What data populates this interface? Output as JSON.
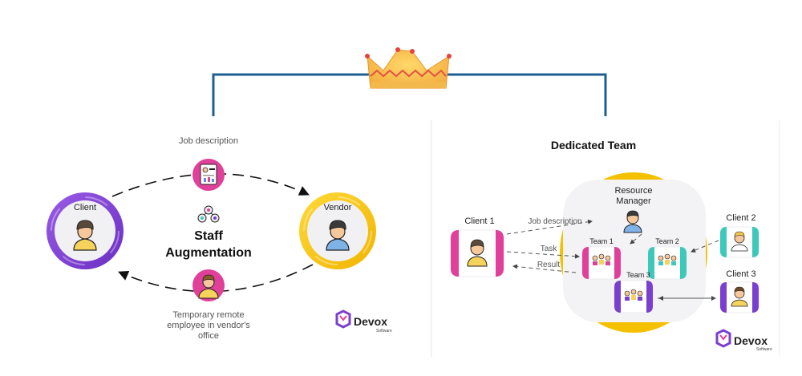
{
  "left": {
    "title": "Staff Augmentation",
    "client_label": "Client",
    "vendor_label": "Vendor",
    "job_caption": "Job description",
    "temp_caption": "Temporary remote employee in vendor's office",
    "logo_name": "Devox",
    "logo_sub": "Software"
  },
  "right": {
    "title": "Dedicated Team",
    "client1": "Client 1",
    "client2": "Client 2",
    "client3": "Client 3",
    "resource_manager": "Resource Manager",
    "team1": "Team 1",
    "team2": "Team 2",
    "team3": "Team 3",
    "job_description": "Job description",
    "task": "Task",
    "result": "Result",
    "logo_name": "Devox",
    "logo_sub": "Software"
  },
  "colors": {
    "connector": "#1c5f93",
    "client_purple": "#7b3fd0",
    "vendor_yellow": "#f2c20f",
    "pink": "#e0409a",
    "teal": "#3ec8bc",
    "gold": "#f4c542"
  }
}
